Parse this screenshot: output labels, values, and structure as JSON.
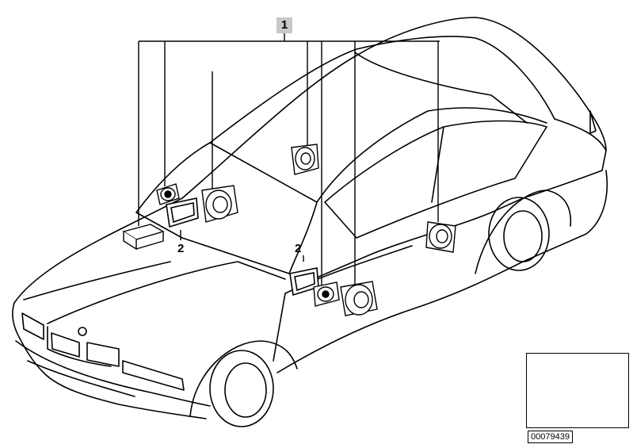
{
  "callouts": {
    "one": "1",
    "two_left": "2",
    "two_right": "2"
  },
  "diagram_id": "00079439",
  "icons": {
    "car": "car-outline-icon",
    "speaker": "speaker-icon",
    "tweeter": "tweeter-icon",
    "pad": "mounting-pad-icon",
    "module": "amplifier-module-icon"
  },
  "colors": {
    "line": "#000000",
    "callout_bg": "#c8c8c8",
    "background": "#ffffff"
  }
}
